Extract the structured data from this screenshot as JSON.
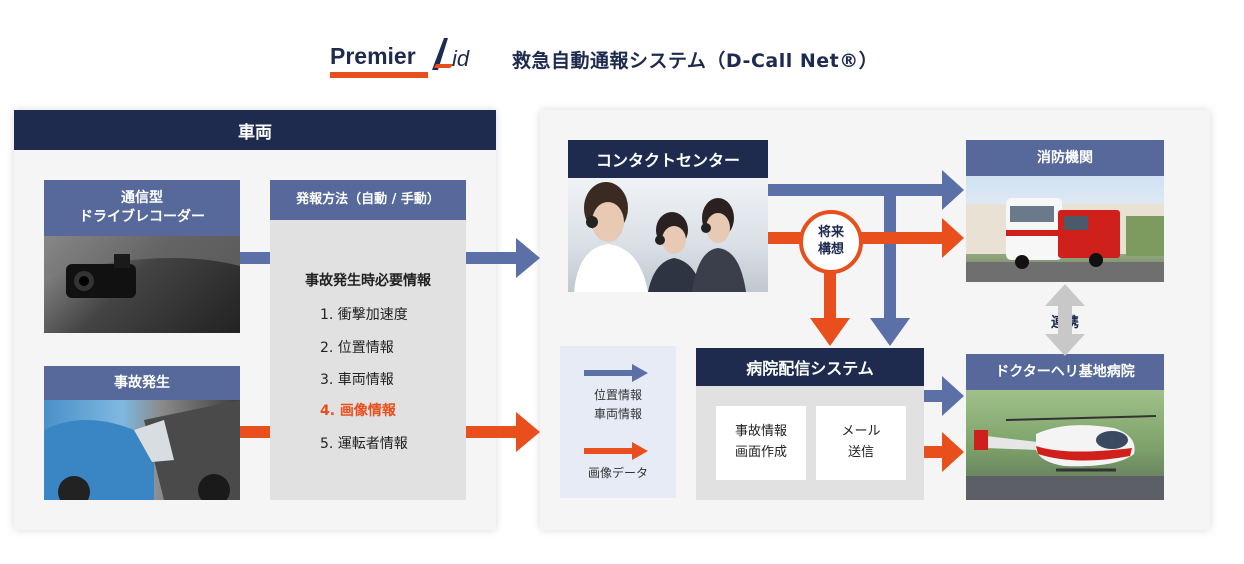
{
  "header": {
    "logo_text": "Premier Aid",
    "title": "救急自動通報システム（D-Call Net®）"
  },
  "vehicle": {
    "header": "車両",
    "dashcam_label": "通信型\nドライブレコーダー",
    "accident_label": "事故発生",
    "method_label": "発報方法（自動 / 手動）",
    "info_heading": "事故発生時必要情報",
    "info_items": [
      "1. 衝撃加速度",
      "2. 位置情報",
      "3. 車両情報",
      "4. 画像情報",
      "5. 運転者情報"
    ]
  },
  "contact_center": {
    "label": "コンタクトセンター"
  },
  "future": {
    "label": "将来\n構想"
  },
  "legend": {
    "position_label": "位置情報\n車両情報",
    "image_label": "画像データ"
  },
  "hospital_system": {
    "label": "病院配信システム",
    "card_report": "事故情報\n画面作成",
    "card_mail": "メール\n送信"
  },
  "fire": {
    "label": "消防機関"
  },
  "link": {
    "label": "連携"
  },
  "heli_hospital": {
    "label": "ドクターヘリ基地病院"
  },
  "colors": {
    "navy": "#1e2b4f",
    "steel_blue": "#56699a",
    "orange": "#e84f1c",
    "arrow_blue": "#5a70a6"
  }
}
